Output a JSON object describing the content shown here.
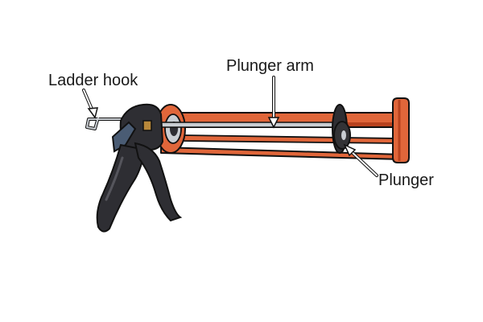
{
  "labels": {
    "ladder_hook": "Ladder hook",
    "plunger_arm": "Plunger arm",
    "plunger": "Plunger"
  },
  "colors": {
    "barrel": "#E0663A",
    "barrel_dark": "#B8431F",
    "handle": "#2E2E33",
    "rod": "#C9CDD2",
    "plunger": "#333336",
    "background": "#FFFFFF"
  }
}
